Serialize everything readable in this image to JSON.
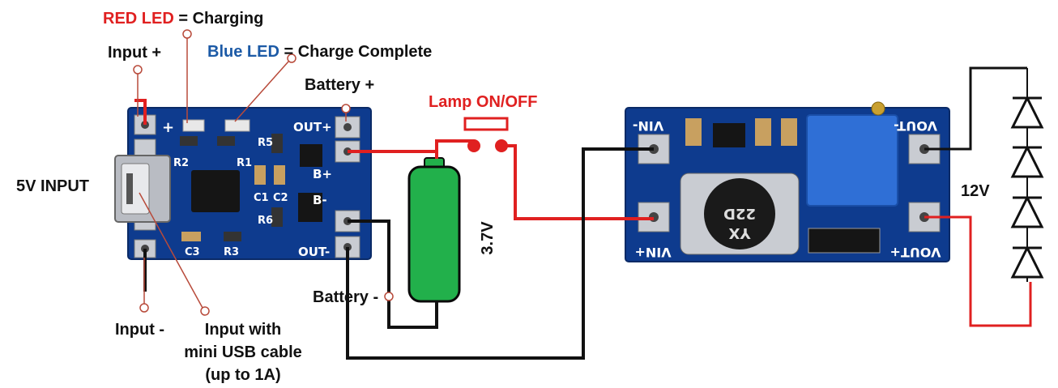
{
  "labels": {
    "red_led": "RED LED",
    "charging": " = Charging",
    "input_plus": "Input +",
    "blue_led": "Blue LED",
    "charge_complete": " = Charge Complete",
    "battery_plus": "Battery +",
    "lamp_switch": "Lamp ON/OFF",
    "five_v_input": "5V INPUT",
    "battery_minus": "Battery -",
    "input_minus": "Input -",
    "input_usb_line1": "Input with",
    "input_usb_line2": "mini USB cable",
    "input_usb_line3": "(up to 1A)",
    "battery_voltage": "3.7V",
    "output_voltage": "12V"
  },
  "charger_board": {
    "plus": "+",
    "minus": "-",
    "r2": "R2",
    "r1": "R1",
    "r5": "R5",
    "c1": "C1",
    "c2": "C2",
    "r6": "R6",
    "c3": "C3",
    "r3": "R3",
    "out_plus": "OUT+",
    "b_plus": "B+",
    "b_minus": "B-",
    "out_minus": "OUT-"
  },
  "booster_board": {
    "vin_minus": "VIN-",
    "vin_plus": "VIN+",
    "vout_minus": "VOUT-",
    "vout_plus": "VOUT+",
    "inductor_code_1": "22D",
    "inductor_code_2": "YX"
  },
  "colors": {
    "pcb": "#0e3b8e",
    "red_wire": "#e02020",
    "black_wire": "#111111",
    "battery": "#22b04b",
    "red_label": "#e02020",
    "blue_label": "#1c5aa6",
    "trimpot": "#2f6fd6"
  },
  "led_count": 4
}
